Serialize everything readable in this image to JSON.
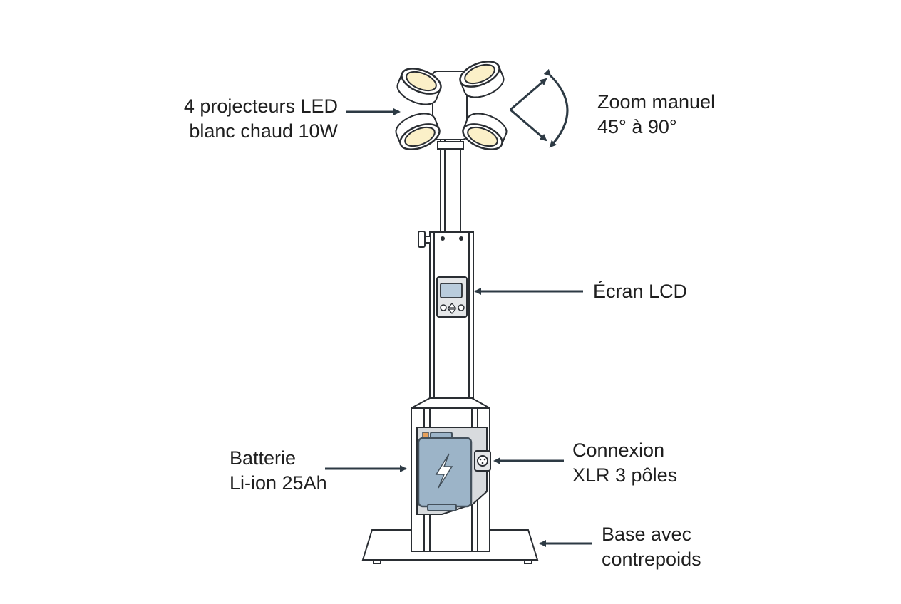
{
  "colors": {
    "outline": "#2a2e33",
    "arrow": "#2d3a44",
    "lens": "#fbf0c8",
    "battery": "#9cb4c8",
    "battery_outline": "#44515c",
    "terminal": "#e8a05a",
    "lcd": "#b9ccdc",
    "background": "#ffffff"
  },
  "labels": {
    "projectors": {
      "line1": "4 projecteurs LED",
      "line2": "blanc chaud 10W"
    },
    "zoom": {
      "line1": "Zoom manuel",
      "line2": "45° à 90°"
    },
    "lcd": {
      "line1": "Écran LCD"
    },
    "battery": {
      "line1": "Batterie",
      "line2": "Li-ion 25Ah"
    },
    "xlr": {
      "line1": "Connexion",
      "line2": "XLR 3 pôles"
    },
    "base": {
      "line1": "Base avec",
      "line2": "contrepoids"
    }
  },
  "icons": {
    "battery_symbol": "lightning-bolt-icon",
    "zoom_symbol": "curved-double-arrow-icon",
    "lcd_buttons": [
      "circle-button",
      "up-arrow-button",
      "down-arrow-button",
      "circle-button"
    ]
  }
}
